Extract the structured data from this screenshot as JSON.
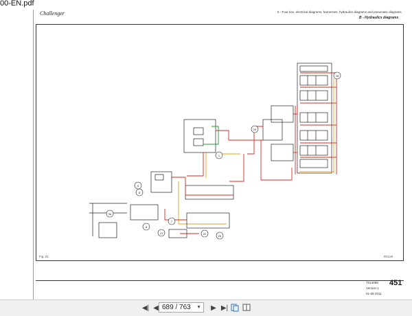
{
  "window": {
    "filename": "00-EN.pdf"
  },
  "document": {
    "brand": "Challenger",
    "header_line": "5 - Four box, electrical diagrams, harnesses, hydraulics diagrams and pneumatic diagrams",
    "section_title": "B - Hydraulics diagrams",
    "figure_ref": "Fig. 01",
    "figure_code": "R01x9",
    "footer": {
      "code": "T014089",
      "version": "Version 1",
      "date": "01-08-2011",
      "page_number": "451"
    },
    "callouts": [
      "28",
      "29",
      "1",
      "5",
      "6",
      "7",
      "8",
      "21",
      "22",
      "25",
      "36"
    ]
  },
  "colors": {
    "hydraulic_red": "#d42a1e",
    "hydraulic_orange": "#e8a11a",
    "hydraulic_green": "#1e9a3c",
    "line_black": "#222222"
  },
  "viewer": {
    "page_indicator": "689 / 763",
    "buttons": {
      "first": "first-page-icon",
      "prev": "previous-page-icon",
      "next": "next-page-icon",
      "last": "last-page-icon",
      "fit_page": "fit-page-icon",
      "two_page": "two-page-icon"
    }
  }
}
